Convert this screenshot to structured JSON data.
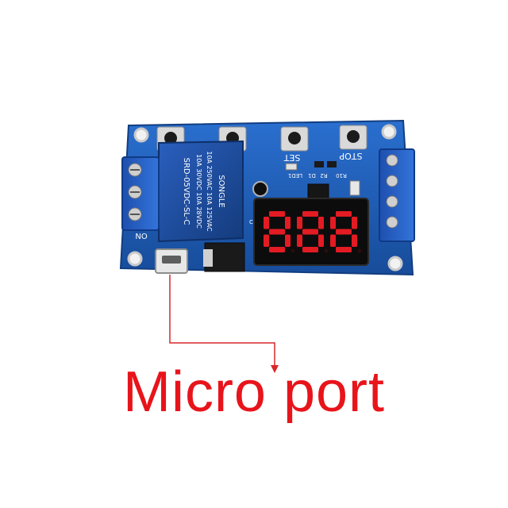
{
  "board": {
    "silkscreen": {
      "set": "SET",
      "stop": "STOP",
      "on": "ON",
      "led": "LED1",
      "r10": "R10",
      "d1": "D1",
      "r2": "R2",
      "d1b": "D1",
      "c3": "C3"
    },
    "relay": {
      "brand": "SONGLE",
      "line1": "10A 250VAC  10A 125VAC",
      "line2": "10A 30VDC  10A 28VDC",
      "model": "SRD-05VDC-SL-C"
    },
    "display": {
      "digits": [
        "8",
        "8",
        "8"
      ]
    }
  },
  "callout": {
    "label": "Micro port",
    "color": "#e8141b"
  },
  "colors": {
    "pcb": "#1f5eb8",
    "relay": "#1e4fa3",
    "terminal": "#2a62c8",
    "display_on": "#e31b23"
  }
}
